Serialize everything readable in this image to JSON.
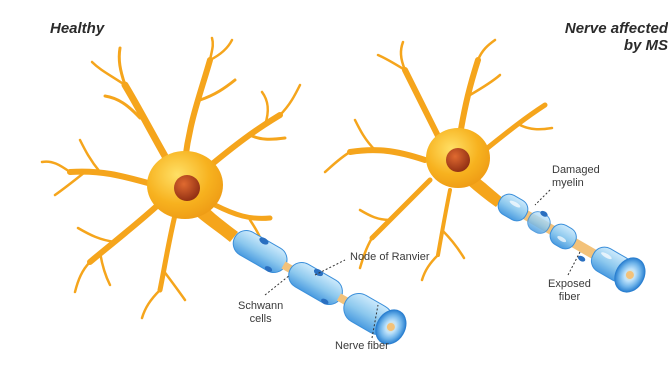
{
  "panels": {
    "healthy": {
      "title": "Healthy"
    },
    "ms": {
      "title_line1": "Nerve affected",
      "title_line2": "by MS"
    }
  },
  "labels": {
    "node_of_ranvier": "Node of Ranvier",
    "schwann_cells_line1": "Schwann",
    "schwann_cells_line2": "cells",
    "nerve_fiber": "Nerve fiber",
    "damaged_myelin_line1": "Damaged",
    "damaged_myelin_line2": "myelin",
    "exposed_fiber_line1": "Exposed",
    "exposed_fiber_line2": "fiber"
  },
  "colors": {
    "neuron_body": "#f5a51c",
    "neuron_highlight": "#ffd24a",
    "nucleus": "#b4411b",
    "myelin": "#9fd3f2",
    "myelin_dark": "#2a7fd0",
    "nerve_fiber": "#f3c27a"
  }
}
